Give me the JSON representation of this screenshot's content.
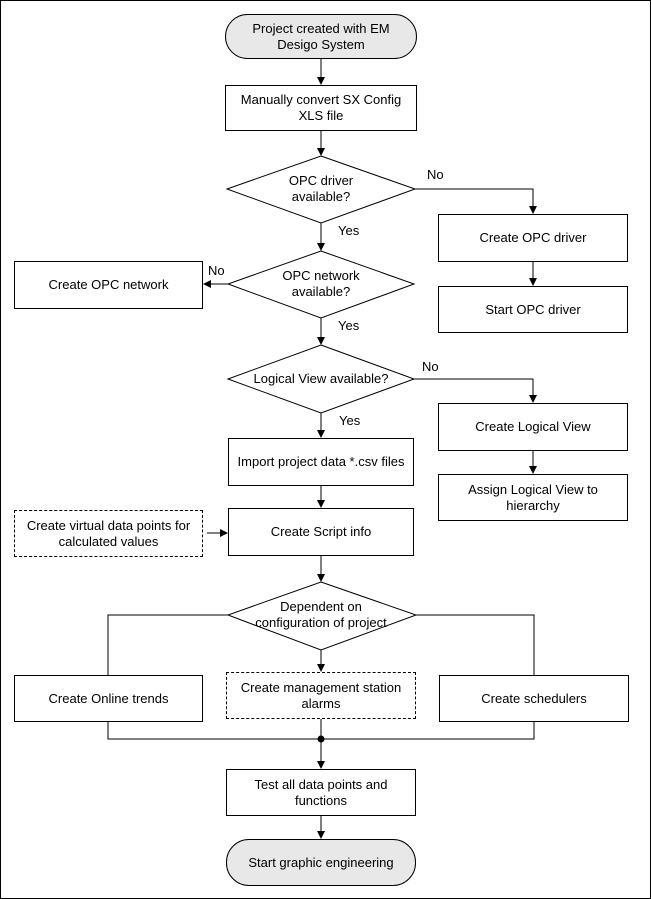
{
  "colors": {
    "terminator_fill": "#e8e8e8",
    "stroke": "#000000",
    "background": "#ffffff"
  },
  "edge_labels": {
    "yes": "Yes",
    "no": "No"
  },
  "nodes": {
    "start": "Project created with EM\nDesigo System",
    "convert_xls": "Manually convert SX Config\nXLS file",
    "opc_driver_decision": "OPC driver\navailable?",
    "create_opc_driver": "Create OPC driver",
    "start_opc_driver": "Start OPC driver",
    "opc_network_decision": "OPC network\navailable?",
    "create_opc_network": "Create OPC network",
    "logical_view_decision": "Logical View available?",
    "create_logical_view": "Create Logical View",
    "assign_logical_view": "Assign Logical View to\nhierarchy",
    "import_project_data": "Import project data *.csv files",
    "create_virtual_points": "Create virtual data points for\ncalculated values",
    "create_script_info": "Create Script info",
    "configuration_decision": "Dependent on\nconfiguration of project",
    "create_online_trends": "Create Online trends",
    "create_alarms": "Create management station\nalarms",
    "create_schedulers": "Create schedulers",
    "test_data_points": "Test all data points and\nfunctions",
    "end": "Start graphic engineering"
  }
}
